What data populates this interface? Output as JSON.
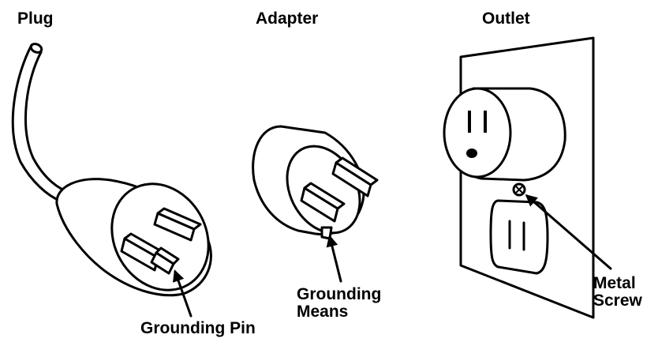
{
  "labels": {
    "plug": "Plug",
    "adapter": "Adapter",
    "outlet": "Outlet"
  },
  "callouts": {
    "grounding_pin": "Grounding Pin",
    "grounding_means": [
      "Grounding",
      "Means"
    ],
    "metal_screw": [
      "Metal",
      "Screw"
    ]
  },
  "colors": {
    "ink": "#000000",
    "paper": "#ffffff"
  }
}
